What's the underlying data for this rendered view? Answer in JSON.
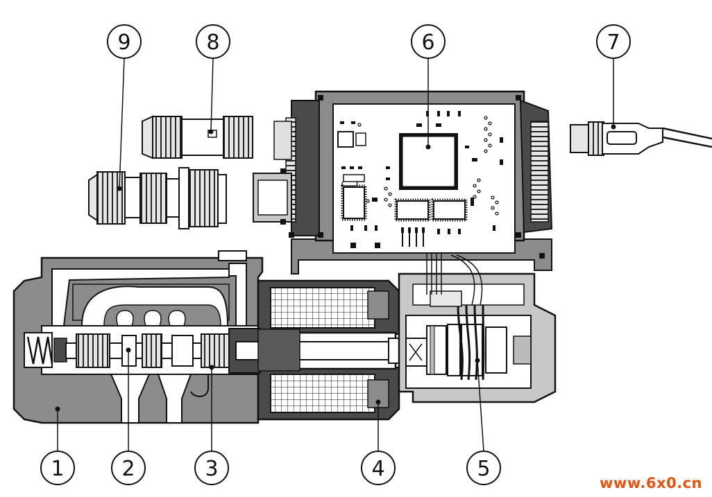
{
  "callouts": {
    "c1": "1",
    "c2": "2",
    "c3": "3",
    "c4": "4",
    "c5": "5",
    "c6": "6",
    "c7": "7",
    "c8": "8",
    "c9": "9"
  },
  "watermark": "www.6x0.cn",
  "colors": {
    "housing": "#8c8c8c",
    "housing_dark": "#4a4a4a",
    "light_grey": "#c8c8c8",
    "outline": "#111111",
    "background": "#ffffff",
    "watermark": "#e8520c"
  }
}
